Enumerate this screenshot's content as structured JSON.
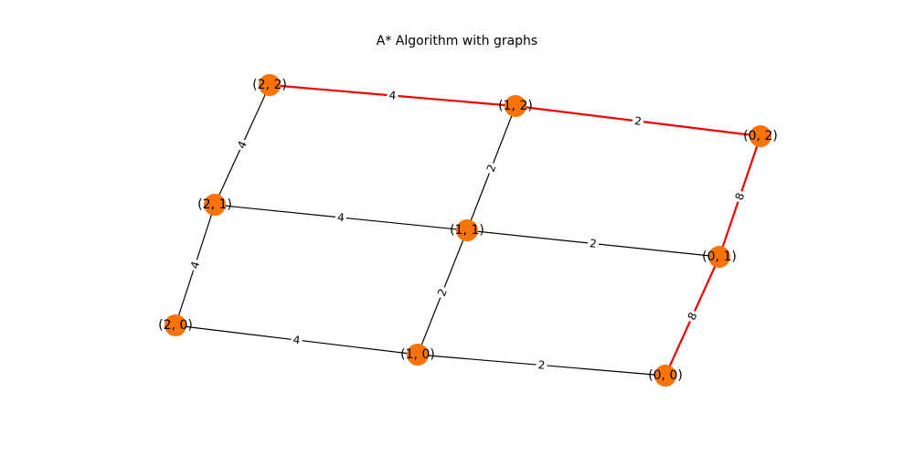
{
  "title": "A* Algorithm with graphs",
  "colors": {
    "node_fill": "#f97306",
    "edge_default": "#000000",
    "edge_path": "#ee0000",
    "label_bg": "#ffffff"
  },
  "graph": {
    "nodes": [
      {
        "id": "2,2",
        "label": "(2, 2)"
      },
      {
        "id": "1,2",
        "label": "(1, 2)"
      },
      {
        "id": "0,2",
        "label": "(0, 2)"
      },
      {
        "id": "2,1",
        "label": "(2, 1)"
      },
      {
        "id": "1,1",
        "label": "(1, 1)"
      },
      {
        "id": "0,1",
        "label": "(0, 1)"
      },
      {
        "id": "2,0",
        "label": "(2, 0)"
      },
      {
        "id": "1,0",
        "label": "(1, 0)"
      },
      {
        "id": "0,0",
        "label": "(0, 0)"
      }
    ],
    "edges": [
      {
        "from": "2,2",
        "to": "1,2",
        "weight": "4",
        "on_path": true
      },
      {
        "from": "1,2",
        "to": "0,2",
        "weight": "2",
        "on_path": true
      },
      {
        "from": "0,2",
        "to": "0,1",
        "weight": "8",
        "on_path": true
      },
      {
        "from": "0,1",
        "to": "0,0",
        "weight": "8",
        "on_path": true
      },
      {
        "from": "2,2",
        "to": "2,1",
        "weight": "4",
        "on_path": false
      },
      {
        "from": "1,2",
        "to": "1,1",
        "weight": "2",
        "on_path": false
      },
      {
        "from": "2,1",
        "to": "1,1",
        "weight": "4",
        "on_path": false
      },
      {
        "from": "1,1",
        "to": "0,1",
        "weight": "2",
        "on_path": false
      },
      {
        "from": "2,1",
        "to": "2,0",
        "weight": "4",
        "on_path": false
      },
      {
        "from": "1,1",
        "to": "1,0",
        "weight": "2",
        "on_path": false
      },
      {
        "from": "2,0",
        "to": "1,0",
        "weight": "4",
        "on_path": false
      },
      {
        "from": "1,0",
        "to": "0,0",
        "weight": "2",
        "on_path": false
      }
    ]
  }
}
